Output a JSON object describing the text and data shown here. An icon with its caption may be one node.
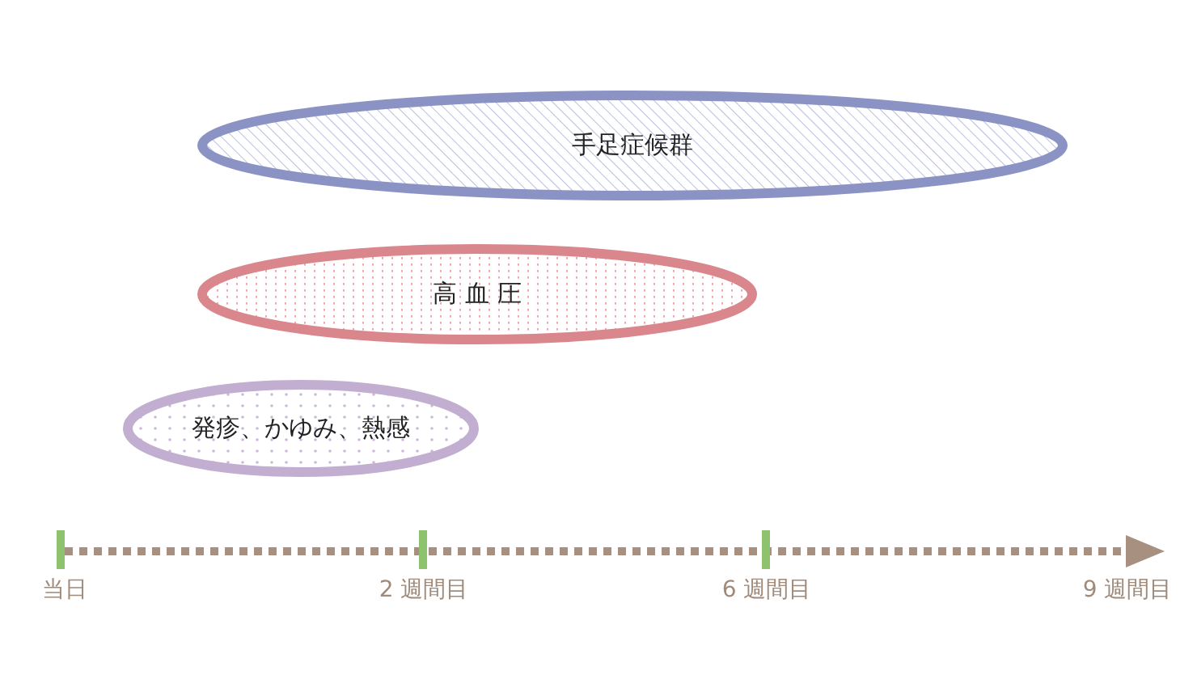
{
  "diagram": {
    "nodes": [
      {
        "text": [
          "手足症候群"
        ]
      },
      {
        "text": [
          "高 血 圧"
        ]
      },
      {
        "text": [
          "発疹、かゆみ、熱感"
        ]
      }
    ],
    "labels": [
      "当日",
      "2 週間目",
      "6 週間目",
      "9 週間目"
    ]
  }
}
